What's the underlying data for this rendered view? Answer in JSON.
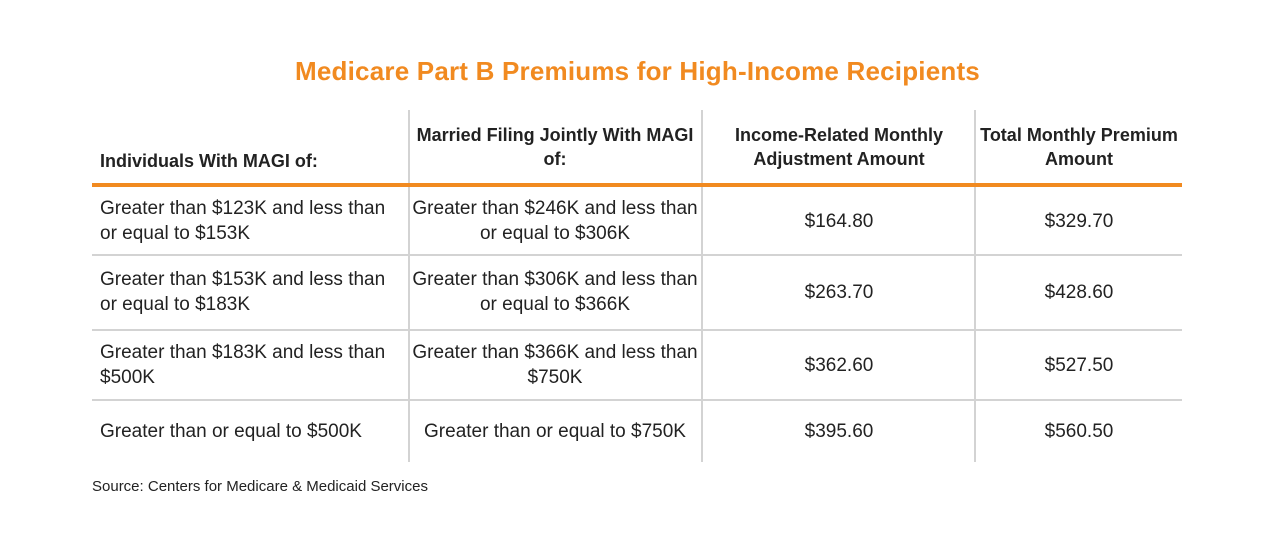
{
  "chart_data": {
    "type": "table",
    "title": "Medicare Part B Premiums for High-Income Recipients",
    "columns": [
      "Individuals With MAGI of:",
      "Married Filing Jointly With MAGI of:",
      "Income-Related Monthly Adjustment Amount",
      "Total Monthly Premium Amount"
    ],
    "rows": [
      [
        "Greater than $123K and less than or equal to $153K",
        "Greater than $246K and less than or equal to $306K",
        "$164.80",
        "$329.70"
      ],
      [
        "Greater than $153K and less than or equal to $183K",
        "Greater than $306K and less than or equal to $366K",
        "$263.70",
        "$428.60"
      ],
      [
        "Greater than $183K and less than $500K",
        "Greater than $366K and less than $750K",
        "$362.60",
        "$527.50"
      ],
      [
        "Greater than or equal to $500K",
        "Greater than or equal to $750K",
        "$395.60",
        "$560.50"
      ]
    ],
    "source": "Source: Centers for Medicare & Medicaid Services"
  },
  "colors": {
    "accent": "#f18a20",
    "rule": "#d3d3d3",
    "text": "#222222"
  }
}
